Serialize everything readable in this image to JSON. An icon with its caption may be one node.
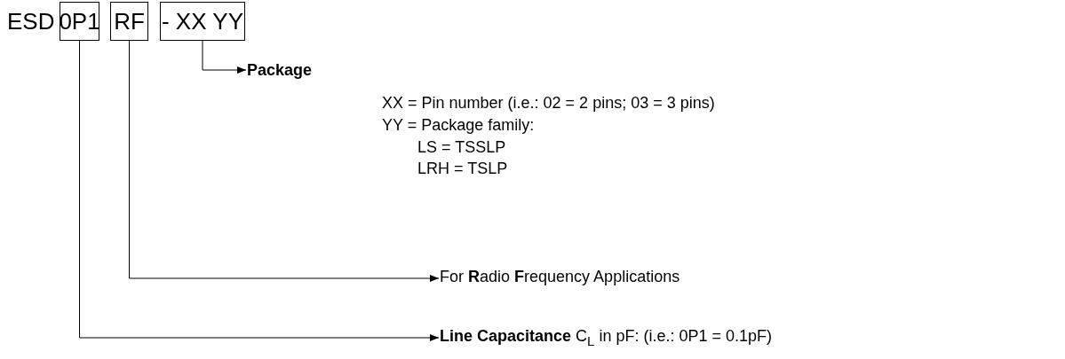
{
  "diagram": {
    "nodes": [
      {
        "text": [
          "0P1"
        ]
      },
      {
        "text": [
          "RF"
        ]
      },
      {
        "text": [
          "- XX YY"
        ]
      },
      {
        "text": [
          "Package",
          "XX = Pin number (i.e.: 02 = 2 pins; 03 = 3 pins)",
          "YY = Package family:",
          "LS = TSSLP",
          "LRH = TSLP"
        ]
      },
      {
        "text": [
          "For **R**adio **F**requency Applications"
        ]
      },
      {
        "text": [
          "**Line Capacitance** C$_{L}$ in pF: (i.e.: 0P1 = 0.1pF)"
        ]
      }
    ],
    "edges": [
      {
        "from": 2,
        "to": 3,
        "arrow": "to"
      },
      {
        "from": 1,
        "to": 4,
        "arrow": "to"
      },
      {
        "from": 0,
        "to": 5,
        "arrow": "to"
      }
    ],
    "labels": [
      "ESD"
    ]
  }
}
